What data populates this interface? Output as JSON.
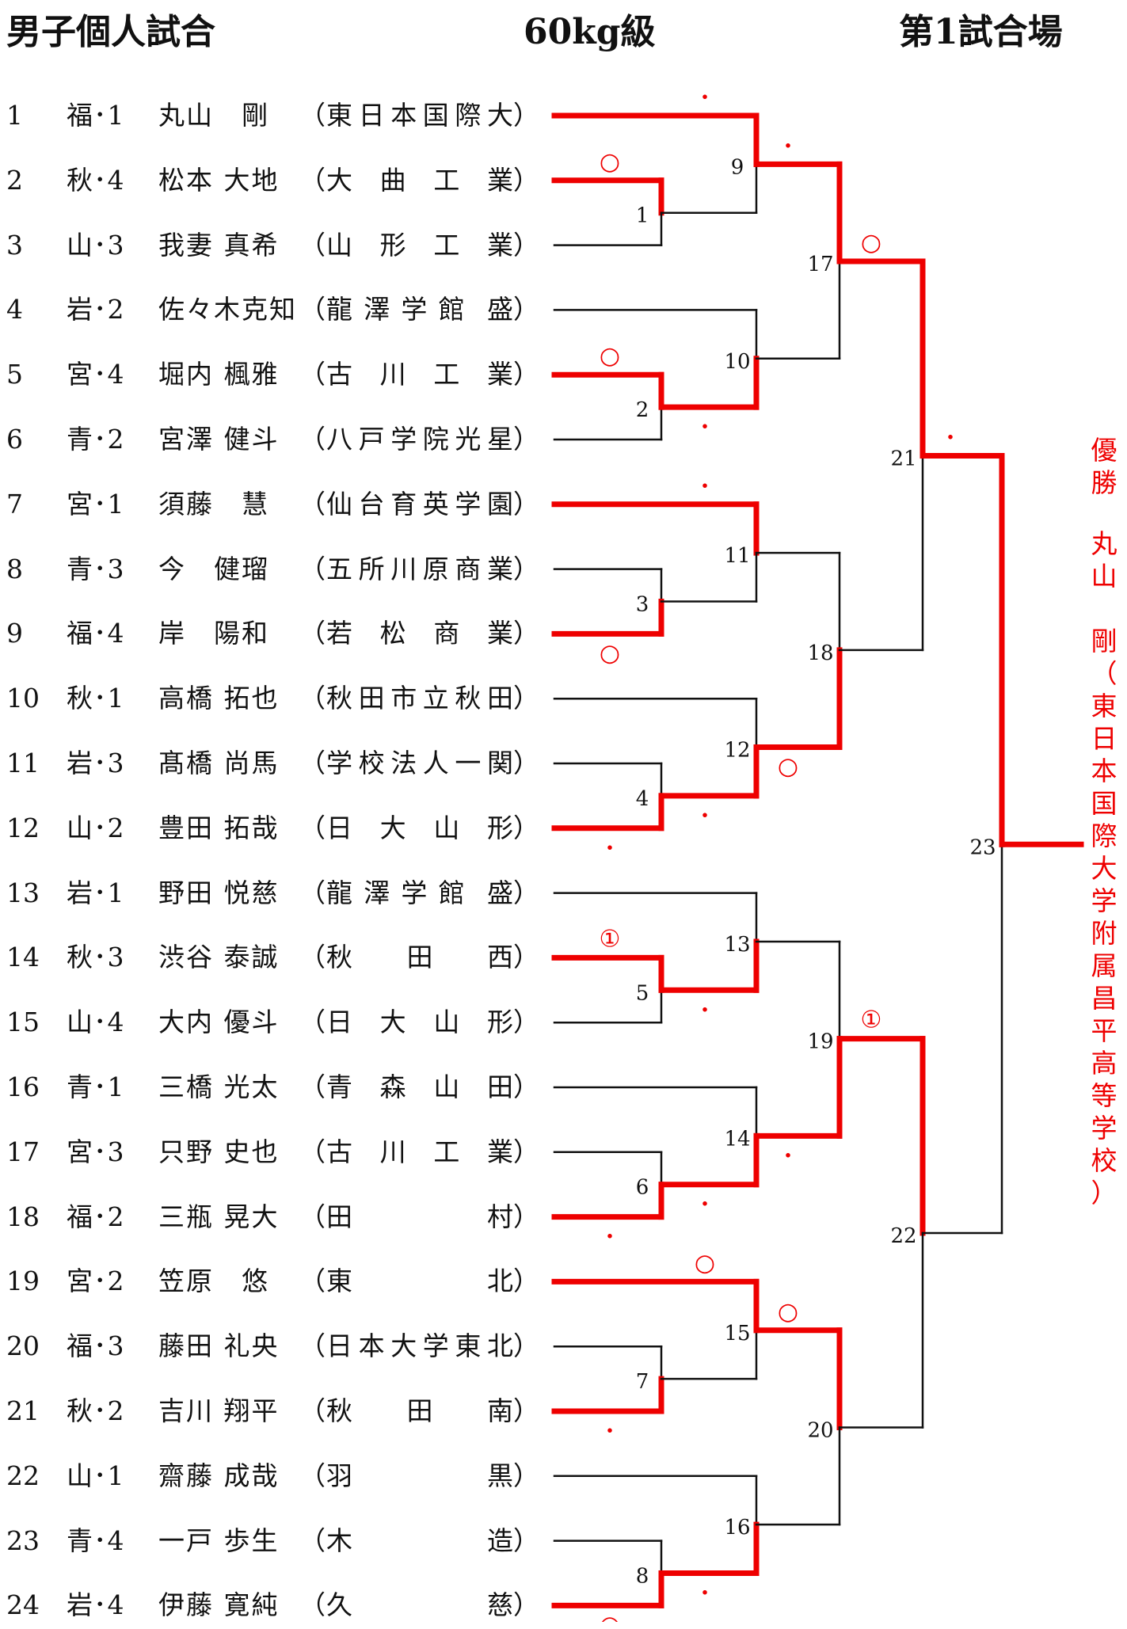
{
  "header": {
    "event": "男子個人試合",
    "weight_class": "60kg級",
    "mat": "第1試合場"
  },
  "colors": {
    "winner_line": "#ee0000",
    "line": "#111111",
    "mark": "#ee0000"
  },
  "entries": [
    {
      "no": "1",
      "pref": "福･1",
      "name": "丸山　剛",
      "team": "東日本国際大"
    },
    {
      "no": "2",
      "pref": "秋･4",
      "name": "松本 大地",
      "team": "大曲工業"
    },
    {
      "no": "3",
      "pref": "山･3",
      "name": "我妻 真希",
      "team": "山形工業"
    },
    {
      "no": "4",
      "pref": "岩･2",
      "name": "佐々木克知",
      "team": "龍澤学館 盛"
    },
    {
      "no": "5",
      "pref": "宮･4",
      "name": "堀内 楓雅",
      "team": "古川工業"
    },
    {
      "no": "6",
      "pref": "青･2",
      "name": "宮澤 健斗",
      "team": "八戸学院光星"
    },
    {
      "no": "7",
      "pref": "宮･1",
      "name": "須藤　慧",
      "team": "仙台育英学園"
    },
    {
      "no": "8",
      "pref": "青･3",
      "name": "今　健瑠",
      "team": "五所川原商業"
    },
    {
      "no": "9",
      "pref": "福･4",
      "name": "岸　陽和",
      "team": "若松商業"
    },
    {
      "no": "10",
      "pref": "秋･1",
      "name": "高橋 拓也",
      "team": "秋田市立秋田"
    },
    {
      "no": "11",
      "pref": "岩･3",
      "name": "髙橋 尚馬",
      "team": "学校法人一関"
    },
    {
      "no": "12",
      "pref": "山･2",
      "name": "豊田 拓哉",
      "team": "日大山形"
    },
    {
      "no": "13",
      "pref": "岩･1",
      "name": "野田 悦慈",
      "team": "龍澤学館 盛"
    },
    {
      "no": "14",
      "pref": "秋･3",
      "name": "渋谷 泰誠",
      "team": "秋田西"
    },
    {
      "no": "15",
      "pref": "山･4",
      "name": "大内 優斗",
      "team": "日大山形"
    },
    {
      "no": "16",
      "pref": "青･1",
      "name": "三橋 光太",
      "team": "青森山田"
    },
    {
      "no": "17",
      "pref": "宮･3",
      "name": "只野 史也",
      "team": "古川工業"
    },
    {
      "no": "18",
      "pref": "福･2",
      "name": "三瓶 晃大",
      "team": "田村"
    },
    {
      "no": "19",
      "pref": "宮･2",
      "name": "笠原　悠",
      "team": "東北"
    },
    {
      "no": "20",
      "pref": "福･3",
      "name": "藤田 礼央",
      "team": "日本大学東北"
    },
    {
      "no": "21",
      "pref": "秋･2",
      "name": "吉川 翔平",
      "team": "秋田南"
    },
    {
      "no": "22",
      "pref": "山･1",
      "name": "齋藤 成哉",
      "team": "羽黒"
    },
    {
      "no": "23",
      "pref": "青･4",
      "name": "一戸 歩生",
      "team": "木造"
    },
    {
      "no": "24",
      "pref": "岩･4",
      "name": "伊藤 寛純",
      "team": "久慈"
    }
  ],
  "matches": [
    {
      "no": "1",
      "a": 2,
      "b": 3,
      "winner": "a",
      "result": "○"
    },
    {
      "no": "2",
      "a": 5,
      "b": 6,
      "winner": "a",
      "result": "○"
    },
    {
      "no": "3",
      "a": 8,
      "b": 9,
      "winner": "b",
      "result": "○"
    },
    {
      "no": "4",
      "a": 11,
      "b": 12,
      "winner": "b",
      "result": "・"
    },
    {
      "no": "5",
      "a": 14,
      "b": 15,
      "winner": "a",
      "result": "①"
    },
    {
      "no": "6",
      "a": 17,
      "b": 18,
      "winner": "b",
      "result": "・"
    },
    {
      "no": "7",
      "a": 20,
      "b": 21,
      "winner": "b",
      "result": "・"
    },
    {
      "no": "8",
      "a": 23,
      "b": 24,
      "winner": "b",
      "result": "○"
    },
    {
      "no": "9",
      "a": "e1",
      "b": "m1",
      "winner": "a",
      "result": "・"
    },
    {
      "no": "10",
      "a": "e4",
      "b": "m2",
      "winner": "b",
      "result": "・"
    },
    {
      "no": "11",
      "a": "e7",
      "b": "m3",
      "winner": "a",
      "result": "・"
    },
    {
      "no": "12",
      "a": "e10",
      "b": "m4",
      "winner": "b",
      "result": "・"
    },
    {
      "no": "13",
      "a": "e13",
      "b": "m5",
      "winner": "b",
      "result": "・"
    },
    {
      "no": "14",
      "a": "e16",
      "b": "m6",
      "winner": "b",
      "result": "・"
    },
    {
      "no": "15",
      "a": "e19",
      "b": "m7",
      "winner": "a",
      "result": "○"
    },
    {
      "no": "16",
      "a": "e22",
      "b": "m8",
      "winner": "b",
      "result": "・"
    },
    {
      "no": "17",
      "a": "m9",
      "b": "m10",
      "winner": "a",
      "result": "・"
    },
    {
      "no": "18",
      "a": "m11",
      "b": "m12",
      "winner": "b",
      "result": "○"
    },
    {
      "no": "19",
      "a": "m13",
      "b": "m14",
      "winner": "b",
      "result": "・"
    },
    {
      "no": "20",
      "a": "m15",
      "b": "m16",
      "winner": "a",
      "result": "○"
    },
    {
      "no": "21",
      "a": "m17",
      "b": "m18",
      "winner": "a",
      "result": "○"
    },
    {
      "no": "22",
      "a": "m19",
      "b": "m20",
      "winner": "a",
      "result": "①"
    },
    {
      "no": "23",
      "a": "m21",
      "b": "m22",
      "winner": "a",
      "result": "・"
    }
  ],
  "champion": {
    "label": "優勝",
    "name": "丸山　剛",
    "school": "東日本国際大学附属昌平高等学校"
  }
}
